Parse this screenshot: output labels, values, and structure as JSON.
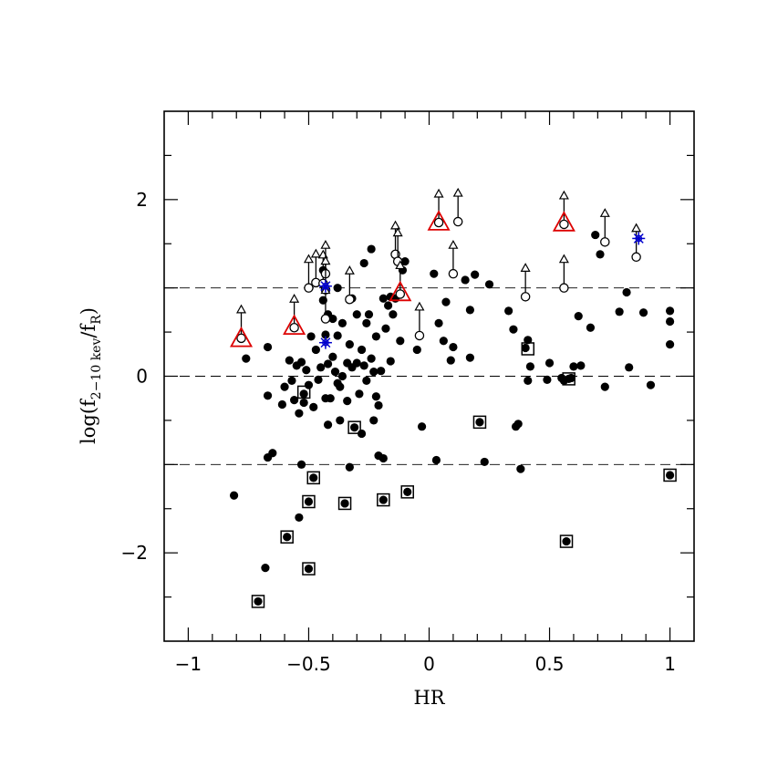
{
  "chart_data": {
    "type": "scatter",
    "xlabel": "HR",
    "ylabel": {
      "base": "log(f",
      "sub1": "2−10 kev",
      "mid": "/f",
      "sub2": "R",
      "end": ")"
    },
    "xlim": [
      -1.1,
      1.1
    ],
    "ylim": [
      -3,
      3
    ],
    "x_ticks": [
      -1,
      -0.5,
      0,
      0.5,
      1
    ],
    "x_tick_labels": [
      "−1",
      "−0.5",
      "0",
      "0.5",
      "1"
    ],
    "y_ticks": [
      -2,
      0,
      2
    ],
    "y_tick_labels": [
      "−2",
      "0",
      "2"
    ],
    "reference_lines": [
      1,
      0,
      -1
    ],
    "grid": false,
    "colors": {
      "triangle": "#dd0000",
      "star": "#0000cc",
      "ink": "#000000"
    },
    "series": [
      {
        "marker": "filled-circle",
        "points": [
          [
            -0.81,
            -1.35
          ],
          [
            -0.76,
            0.2
          ],
          [
            -0.71,
            -2.55
          ],
          [
            -0.68,
            -2.17
          ],
          [
            -0.67,
            0.33
          ],
          [
            -0.67,
            -0.22
          ],
          [
            -0.67,
            -0.92
          ],
          [
            -0.65,
            -0.87
          ],
          [
            -0.61,
            -0.32
          ],
          [
            -0.6,
            -0.12
          ],
          [
            -0.59,
            -1.82
          ],
          [
            -0.58,
            0.18
          ],
          [
            -0.57,
            -0.05
          ],
          [
            -0.56,
            -0.27
          ],
          [
            -0.55,
            0.12
          ],
          [
            -0.54,
            -0.42
          ],
          [
            -0.54,
            -1.6
          ],
          [
            -0.53,
            -1.0
          ],
          [
            -0.53,
            0.16
          ],
          [
            -0.52,
            -0.2
          ],
          [
            -0.52,
            -0.3
          ],
          [
            -0.51,
            0.07
          ],
          [
            -0.5,
            -1.42
          ],
          [
            -0.5,
            -0.1
          ],
          [
            -0.5,
            -2.18
          ],
          [
            -0.49,
            0.45
          ],
          [
            -0.48,
            -1.15
          ],
          [
            -0.48,
            -0.35
          ],
          [
            -0.47,
            0.3
          ],
          [
            -0.46,
            -0.04
          ],
          [
            -0.45,
            0.1
          ],
          [
            -0.44,
            1.2
          ],
          [
            -0.44,
            0.86
          ],
          [
            -0.43,
            0.47
          ],
          [
            -0.43,
            -0.25
          ],
          [
            -0.42,
            0.7
          ],
          [
            -0.42,
            0.14
          ],
          [
            -0.42,
            -0.55
          ],
          [
            -0.41,
            -0.25
          ],
          [
            -0.4,
            0.65
          ],
          [
            -0.4,
            0.22
          ],
          [
            -0.39,
            0.05
          ],
          [
            -0.38,
            1.0
          ],
          [
            -0.38,
            0.46
          ],
          [
            -0.38,
            -0.08
          ],
          [
            -0.37,
            -0.12
          ],
          [
            -0.37,
            -0.5
          ],
          [
            -0.36,
            0.6
          ],
          [
            -0.36,
            0.0
          ],
          [
            -0.35,
            -1.44
          ],
          [
            -0.34,
            0.15
          ],
          [
            -0.34,
            -0.28
          ],
          [
            -0.33,
            0.36
          ],
          [
            -0.33,
            -1.03
          ],
          [
            -0.32,
            0.88
          ],
          [
            -0.32,
            0.1
          ],
          [
            -0.31,
            -0.58
          ],
          [
            -0.3,
            0.7
          ],
          [
            -0.3,
            0.15
          ],
          [
            -0.29,
            -0.2
          ],
          [
            -0.28,
            0.3
          ],
          [
            -0.28,
            -0.65
          ],
          [
            -0.27,
            0.12
          ],
          [
            -0.27,
            1.28
          ],
          [
            -0.26,
            0.6
          ],
          [
            -0.26,
            -0.05
          ],
          [
            -0.25,
            0.7
          ],
          [
            -0.24,
            1.44
          ],
          [
            -0.24,
            0.2
          ],
          [
            -0.23,
            0.05
          ],
          [
            -0.23,
            -0.5
          ],
          [
            -0.22,
            0.45
          ],
          [
            -0.22,
            -0.23
          ],
          [
            -0.21,
            -0.9
          ],
          [
            -0.21,
            -0.33
          ],
          [
            -0.2,
            0.06
          ],
          [
            -0.19,
            0.88
          ],
          [
            -0.19,
            -1.4
          ],
          [
            -0.19,
            -0.93
          ],
          [
            -0.18,
            0.54
          ],
          [
            -0.17,
            0.8
          ],
          [
            -0.16,
            0.17
          ],
          [
            -0.16,
            0.9
          ],
          [
            -0.15,
            0.7
          ],
          [
            -0.14,
            0.88
          ],
          [
            -0.12,
            0.4
          ],
          [
            -0.11,
            1.2
          ],
          [
            -0.1,
            1.3
          ],
          [
            -0.09,
            -1.31
          ],
          [
            -0.05,
            0.3
          ],
          [
            -0.03,
            -0.57
          ],
          [
            0.02,
            1.16
          ],
          [
            0.03,
            -0.95
          ],
          [
            0.04,
            0.6
          ],
          [
            0.06,
            0.4
          ],
          [
            0.07,
            0.84
          ],
          [
            0.09,
            0.18
          ],
          [
            0.1,
            0.33
          ],
          [
            0.15,
            1.09
          ],
          [
            0.17,
            0.21
          ],
          [
            0.17,
            0.75
          ],
          [
            0.19,
            1.15
          ],
          [
            0.21,
            -0.52
          ],
          [
            0.23,
            -0.97
          ],
          [
            0.25,
            1.04
          ],
          [
            0.33,
            0.74
          ],
          [
            0.35,
            0.53
          ],
          [
            0.36,
            -0.57
          ],
          [
            0.37,
            -0.54
          ],
          [
            0.38,
            -1.05
          ],
          [
            0.4,
            0.32
          ],
          [
            0.41,
            0.41
          ],
          [
            0.41,
            -0.05
          ],
          [
            0.42,
            0.11
          ],
          [
            0.49,
            -0.04
          ],
          [
            0.5,
            0.15
          ],
          [
            0.55,
            -0.02
          ],
          [
            0.56,
            -0.05
          ],
          [
            0.57,
            -1.87
          ],
          [
            0.58,
            -0.03
          ],
          [
            0.59,
            -0.02
          ],
          [
            0.6,
            0.11
          ],
          [
            0.62,
            0.68
          ],
          [
            0.63,
            0.12
          ],
          [
            0.67,
            0.55
          ],
          [
            0.69,
            1.6
          ],
          [
            0.71,
            1.38
          ],
          [
            0.73,
            -0.12
          ],
          [
            0.79,
            0.73
          ],
          [
            0.82,
            0.95
          ],
          [
            0.83,
            0.1
          ],
          [
            0.89,
            0.72
          ],
          [
            0.92,
            -0.1
          ],
          [
            1.0,
            0.74
          ],
          [
            1.0,
            0.62
          ],
          [
            1.0,
            -1.12
          ],
          [
            1.0,
            0.36
          ]
        ]
      },
      {
        "marker": "open-square",
        "points": [
          [
            -0.71,
            -2.55
          ],
          [
            -0.59,
            -1.82
          ],
          [
            -0.5,
            -1.42
          ],
          [
            -0.5,
            -2.18
          ],
          [
            -0.48,
            -1.15
          ],
          [
            -0.35,
            -1.44
          ],
          [
            -0.31,
            -0.58
          ],
          [
            -0.19,
            -1.4
          ],
          [
            -0.09,
            -1.31
          ],
          [
            0.21,
            -0.52
          ],
          [
            0.41,
            0.31
          ],
          [
            0.57,
            -1.87
          ],
          [
            0.58,
            -0.03
          ],
          [
            1.0,
            -1.12
          ],
          [
            -0.52,
            -0.18
          ]
        ]
      },
      {
        "marker": "open-circle-with-arrow",
        "points": [
          [
            -0.78,
            0.43
          ],
          [
            -0.56,
            0.55
          ],
          [
            -0.5,
            1.0
          ],
          [
            -0.47,
            1.06
          ],
          [
            -0.44,
            1.05
          ],
          [
            -0.43,
            1.16
          ],
          [
            -0.43,
            0.98
          ],
          [
            -0.43,
            0.65
          ],
          [
            -0.33,
            0.87
          ],
          [
            -0.14,
            1.38
          ],
          [
            -0.13,
            1.3
          ],
          [
            -0.12,
            0.93
          ],
          [
            -0.04,
            0.46
          ],
          [
            0.04,
            1.74
          ],
          [
            0.1,
            1.16
          ],
          [
            0.12,
            1.75
          ],
          [
            0.4,
            0.9
          ],
          [
            0.56,
            1.72
          ],
          [
            0.56,
            1.0
          ],
          [
            0.73,
            1.52
          ],
          [
            0.86,
            1.35
          ]
        ]
      },
      {
        "marker": "red-open-triangle",
        "points": [
          [
            -0.78,
            0.43
          ],
          [
            -0.56,
            0.57
          ],
          [
            -0.12,
            0.95
          ],
          [
            0.04,
            1.75
          ],
          [
            0.56,
            1.74
          ]
        ]
      },
      {
        "marker": "blue-star",
        "points": [
          [
            -0.43,
            1.02
          ],
          [
            -0.43,
            0.38
          ],
          [
            0.87,
            1.56
          ]
        ]
      }
    ]
  }
}
